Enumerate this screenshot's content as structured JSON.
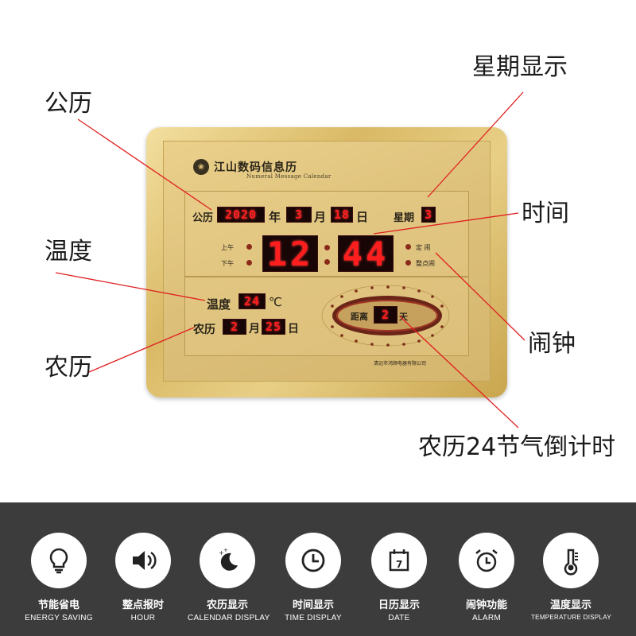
{
  "callouts": {
    "gregorian": "公历",
    "weekday": "星期显示",
    "time": "时间",
    "temperature": "温度",
    "alarm": "闹钟",
    "lunar": "农历",
    "countdown": "农历24节气倒计时"
  },
  "clock": {
    "brand_cn": "江山数码信息历",
    "brand_en": "Numeral Message Calendar",
    "gregorian_label": "公历",
    "year": "2020",
    "year_unit": "年",
    "month": "3",
    "month_unit": "月",
    "day": "18",
    "day_unit": "日",
    "week_label": "星期",
    "weekday": "3",
    "am_label": "上午",
    "pm_label": "下午",
    "hour": "12",
    "minute": "44",
    "alarm_label": "定 闹",
    "hourly_label": "整点闹",
    "temp_label": "温度",
    "temp_value": "24",
    "temp_unit": "℃",
    "lunar_label": "农历",
    "lunar_month": "2",
    "lunar_month_unit": "月",
    "lunar_day": "25",
    "lunar_day_unit": "日",
    "countdown_prefix": "距离",
    "countdown_value": "2",
    "countdown_unit": "天",
    "maker": "清远市鸿顺电器有限公司"
  },
  "features": [
    {
      "cn": "节能省电",
      "en": "ENERGY SAVING",
      "icon": "lightbulb-icon"
    },
    {
      "cn": "整点报时",
      "en": "HOUR",
      "icon": "speaker-icon"
    },
    {
      "cn": "农历显示",
      "en": "CALENDAR DISPLAY",
      "icon": "moon-icon"
    },
    {
      "cn": "时间显示",
      "en": "TIME DISPLAY",
      "icon": "clock-icon"
    },
    {
      "cn": "日历显示",
      "en": "DATE",
      "icon": "calendar-icon"
    },
    {
      "cn": "闹钟功能",
      "en": "ALARM",
      "icon": "alarm-clock-icon"
    },
    {
      "cn": "温度显示",
      "en": "TEMPERATURE DISPLAY",
      "icon": "thermometer-icon"
    }
  ],
  "colors": {
    "led_red": "#ff1e1e",
    "gold": "#d9b965",
    "bottom_band": "#3c3c3c",
    "leader_line": "#e02020"
  }
}
